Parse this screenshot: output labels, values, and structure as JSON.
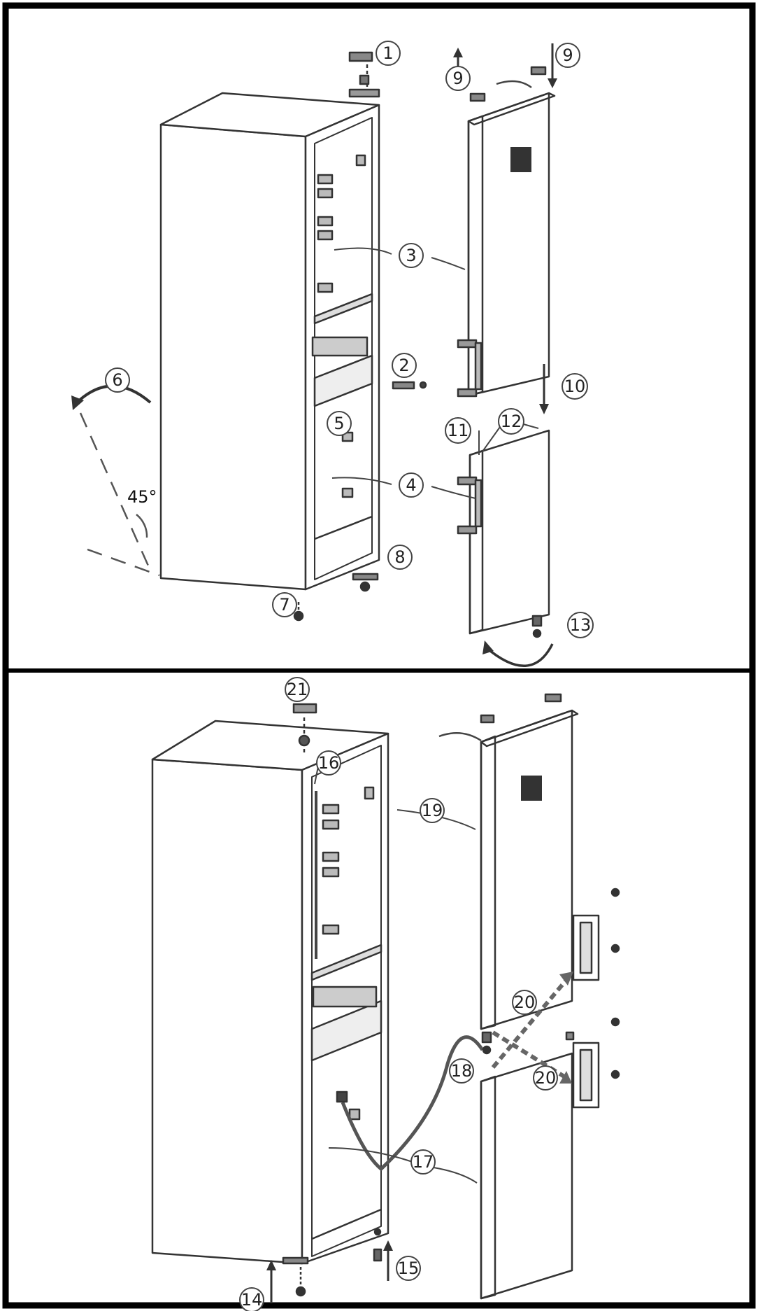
{
  "diagram": {
    "callouts": [
      {
        "id": "c1",
        "label": "1"
      },
      {
        "id": "c2",
        "label": "2"
      },
      {
        "id": "c3",
        "label": "3"
      },
      {
        "id": "c4",
        "label": "4"
      },
      {
        "id": "c5",
        "label": "5"
      },
      {
        "id": "c6",
        "label": "6"
      },
      {
        "id": "c7",
        "label": "7"
      },
      {
        "id": "c8",
        "label": "8"
      },
      {
        "id": "c9a",
        "label": "9"
      },
      {
        "id": "c9b",
        "label": "9"
      },
      {
        "id": "c10",
        "label": "10"
      },
      {
        "id": "c11",
        "label": "11"
      },
      {
        "id": "c12",
        "label": "12"
      },
      {
        "id": "c13",
        "label": "13"
      },
      {
        "id": "c14",
        "label": "14"
      },
      {
        "id": "c15",
        "label": "15"
      },
      {
        "id": "c16",
        "label": "16"
      },
      {
        "id": "c17",
        "label": "17"
      },
      {
        "id": "c18",
        "label": "18"
      },
      {
        "id": "c19",
        "label": "19"
      },
      {
        "id": "c20a",
        "label": "20"
      },
      {
        "id": "c20b",
        "label": "20"
      },
      {
        "id": "c21",
        "label": "21"
      }
    ],
    "tilt_angle": "45°"
  }
}
